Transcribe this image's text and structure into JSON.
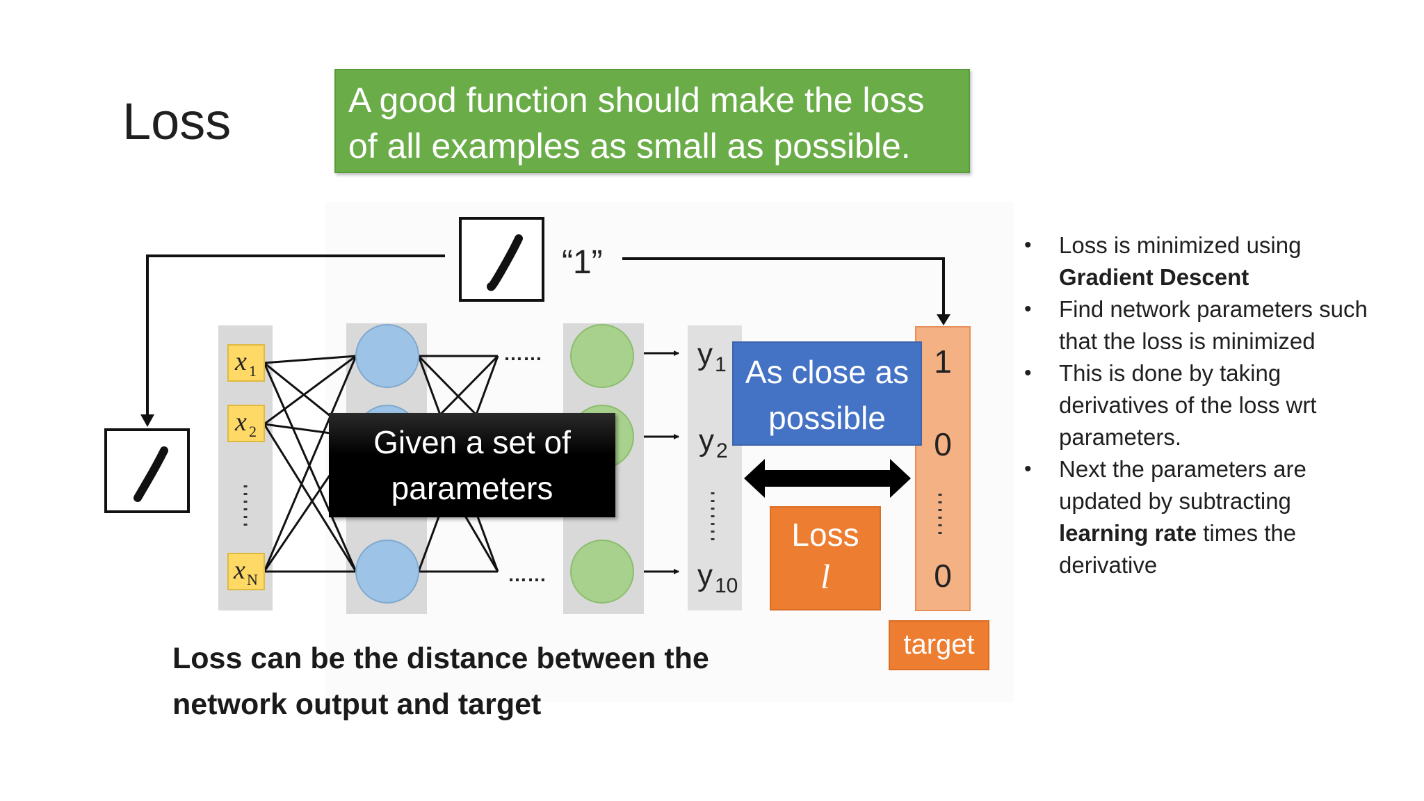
{
  "slide": {
    "title": "Loss",
    "banner_line1": "A good function should make the loss",
    "banner_line2": "of all examples as small as possible.",
    "caption_line1": "Loss can be the distance between the",
    "caption_line2": "network output and target"
  },
  "diagram": {
    "label_quote": "“1”",
    "inputs": [
      "x",
      "x",
      "x"
    ],
    "input_subscripts": [
      "1",
      "2",
      "N"
    ],
    "outputs": [
      "y",
      "y",
      "y"
    ],
    "output_subscripts": [
      "1",
      "2",
      "10"
    ],
    "ellipsis": "……",
    "target_values": [
      "1",
      "0",
      "0"
    ],
    "given_params_line1": "Given a set of",
    "given_params_line2": "parameters",
    "close_line1": "As close as",
    "close_line2": "possible",
    "loss_word": "Loss",
    "loss_symbol": "l",
    "target_label": "target"
  },
  "bullets": [
    {
      "text": "Loss is minimized using ",
      "bold": "Gradient Descent",
      "after": ""
    },
    {
      "text": "Find network parameters such that the loss is minimized",
      "bold": "",
      "after": ""
    },
    {
      "text": "This is done by taking derivatives of the loss wrt parameters.",
      "bold": "",
      "after": ""
    },
    {
      "text": "Next the parameters are updated by subtracting ",
      "bold": "learning rate",
      "after": " times the derivative"
    }
  ],
  "colors": {
    "banner_green": "#6aad48",
    "close_blue": "#4472c4",
    "loss_orange": "#ed7d31",
    "target_salmon": "#f4b183",
    "input_yellow": "#ffd966",
    "hidden_blue": "#9dc3e6",
    "last_green": "#a9d18e",
    "layer_gray": "#d9d9d9"
  }
}
